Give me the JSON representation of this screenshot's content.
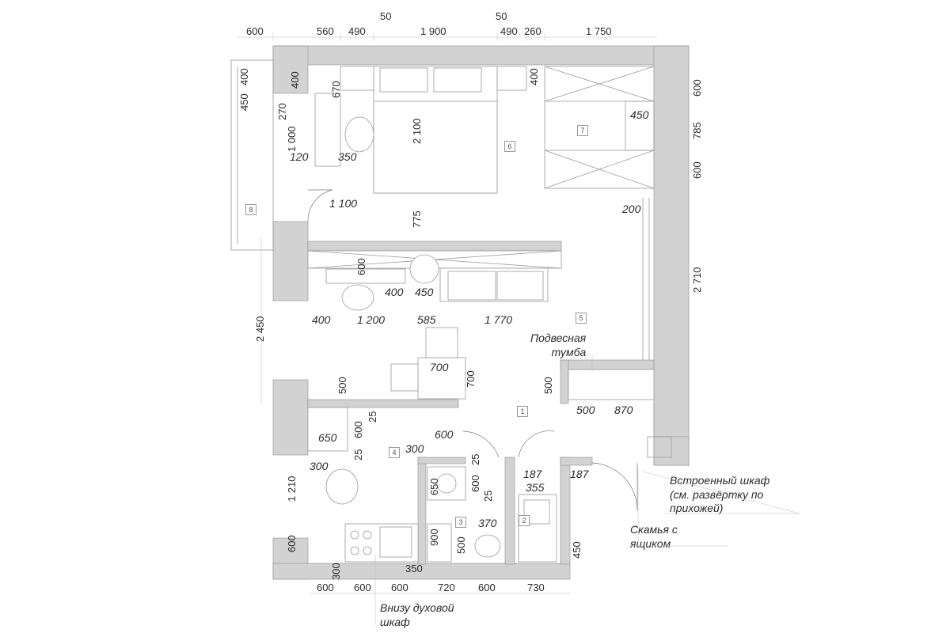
{
  "dims_top": [
    "600",
    "560",
    "490",
    "50",
    "1 900",
    "50",
    "490",
    "260",
    "1 750"
  ],
  "dims_bottom": [
    "600",
    "600",
    "600",
    "720",
    "600",
    "730",
    "300",
    "350"
  ],
  "dims_left_vertical": [
    "400",
    "450",
    "2 450"
  ],
  "dims_right_vertical": [
    "600",
    "785",
    "600",
    "2 710",
    "450"
  ],
  "bedroom": {
    "dim_400_left": "400",
    "dim_670": "670",
    "dim_400_right": "400",
    "dim_270": "270",
    "dim_1000": "1 000",
    "dim_120": "120",
    "dim_350": "350",
    "dim_2100": "2 100",
    "dim_1100": "1 100",
    "dim_775": "775",
    "dim_450": "450",
    "dim_200": "200"
  },
  "living": {
    "dim_600": "600",
    "dim_400": "400",
    "dim_450": "450",
    "dim_row_400": "400",
    "dim_row_1200": "1 200",
    "dim_row_585": "585",
    "dim_row_1770": "1 770",
    "dim_700_h": "700",
    "dim_700_v": "700",
    "dim_500_left": "500",
    "dim_500_right_v": "500",
    "dim_500_right_h": "500",
    "dim_870": "870"
  },
  "kitchen": {
    "dim_25_a": "25",
    "dim_600_v": "600",
    "dim_650": "650",
    "dim_25_b": "25",
    "dim_600_h": "600",
    "dim_300_a": "300",
    "dim_300_b": "300",
    "dim_1210": "1 210",
    "dim_600_bottom_left": "600"
  },
  "bath": {
    "dim_25_top": "25",
    "dim_650": "650",
    "dim_600": "600",
    "dim_25_side": "25",
    "dim_900": "900",
    "dim_500": "500",
    "dim_370": "370",
    "dim_187_a": "187",
    "dim_355": "355",
    "dim_187_b": "187"
  },
  "rooms": {
    "r1": "1",
    "r2": "2",
    "r3": "3",
    "r4": "4",
    "r5": "5",
    "r6": "6",
    "r7": "7",
    "r8": "8"
  },
  "notes": {
    "hanging_cabinet": "Подвесная\nтумба",
    "built_in_wardrobe": "Встроенный шкаф\n(см. развёртку по\nприхожей)",
    "bench": "Скамья с\nящиком",
    "oven_below": "Внизу духовой\nшкаф"
  }
}
